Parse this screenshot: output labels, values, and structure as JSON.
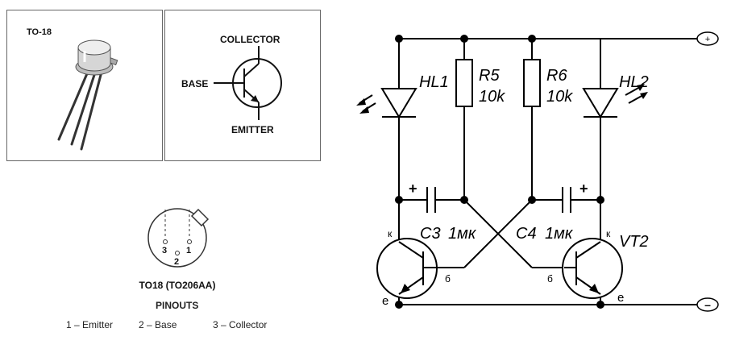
{
  "package_panel": {
    "label": "TO-18"
  },
  "symbol_panel": {
    "collector": "COLLECTOR",
    "base": "BASE",
    "emitter": "EMITTER"
  },
  "pinout": {
    "pin3": "3",
    "pin2": "2",
    "pin1": "1",
    "title": "TO18 (TO206AA)",
    "subtitle": "PINOUTS",
    "legend": [
      "1 – Emitter",
      "2 – Base",
      "3 – Collector"
    ]
  },
  "circuit": {
    "plus_terminal": "+",
    "minus_terminal": "–",
    "hl1": "HL1",
    "hl2": "HL2",
    "r5_name": "R5",
    "r5_value": "10k",
    "r6_name": "R6",
    "r6_value": "10k",
    "c3_name": "C3",
    "c3_value": "1мк",
    "c4_name": "C4",
    "c4_value": "1мк",
    "cap_plus": "+",
    "vt2": "VT2",
    "k_label": "к",
    "b_label": "б",
    "e_label": "е"
  }
}
